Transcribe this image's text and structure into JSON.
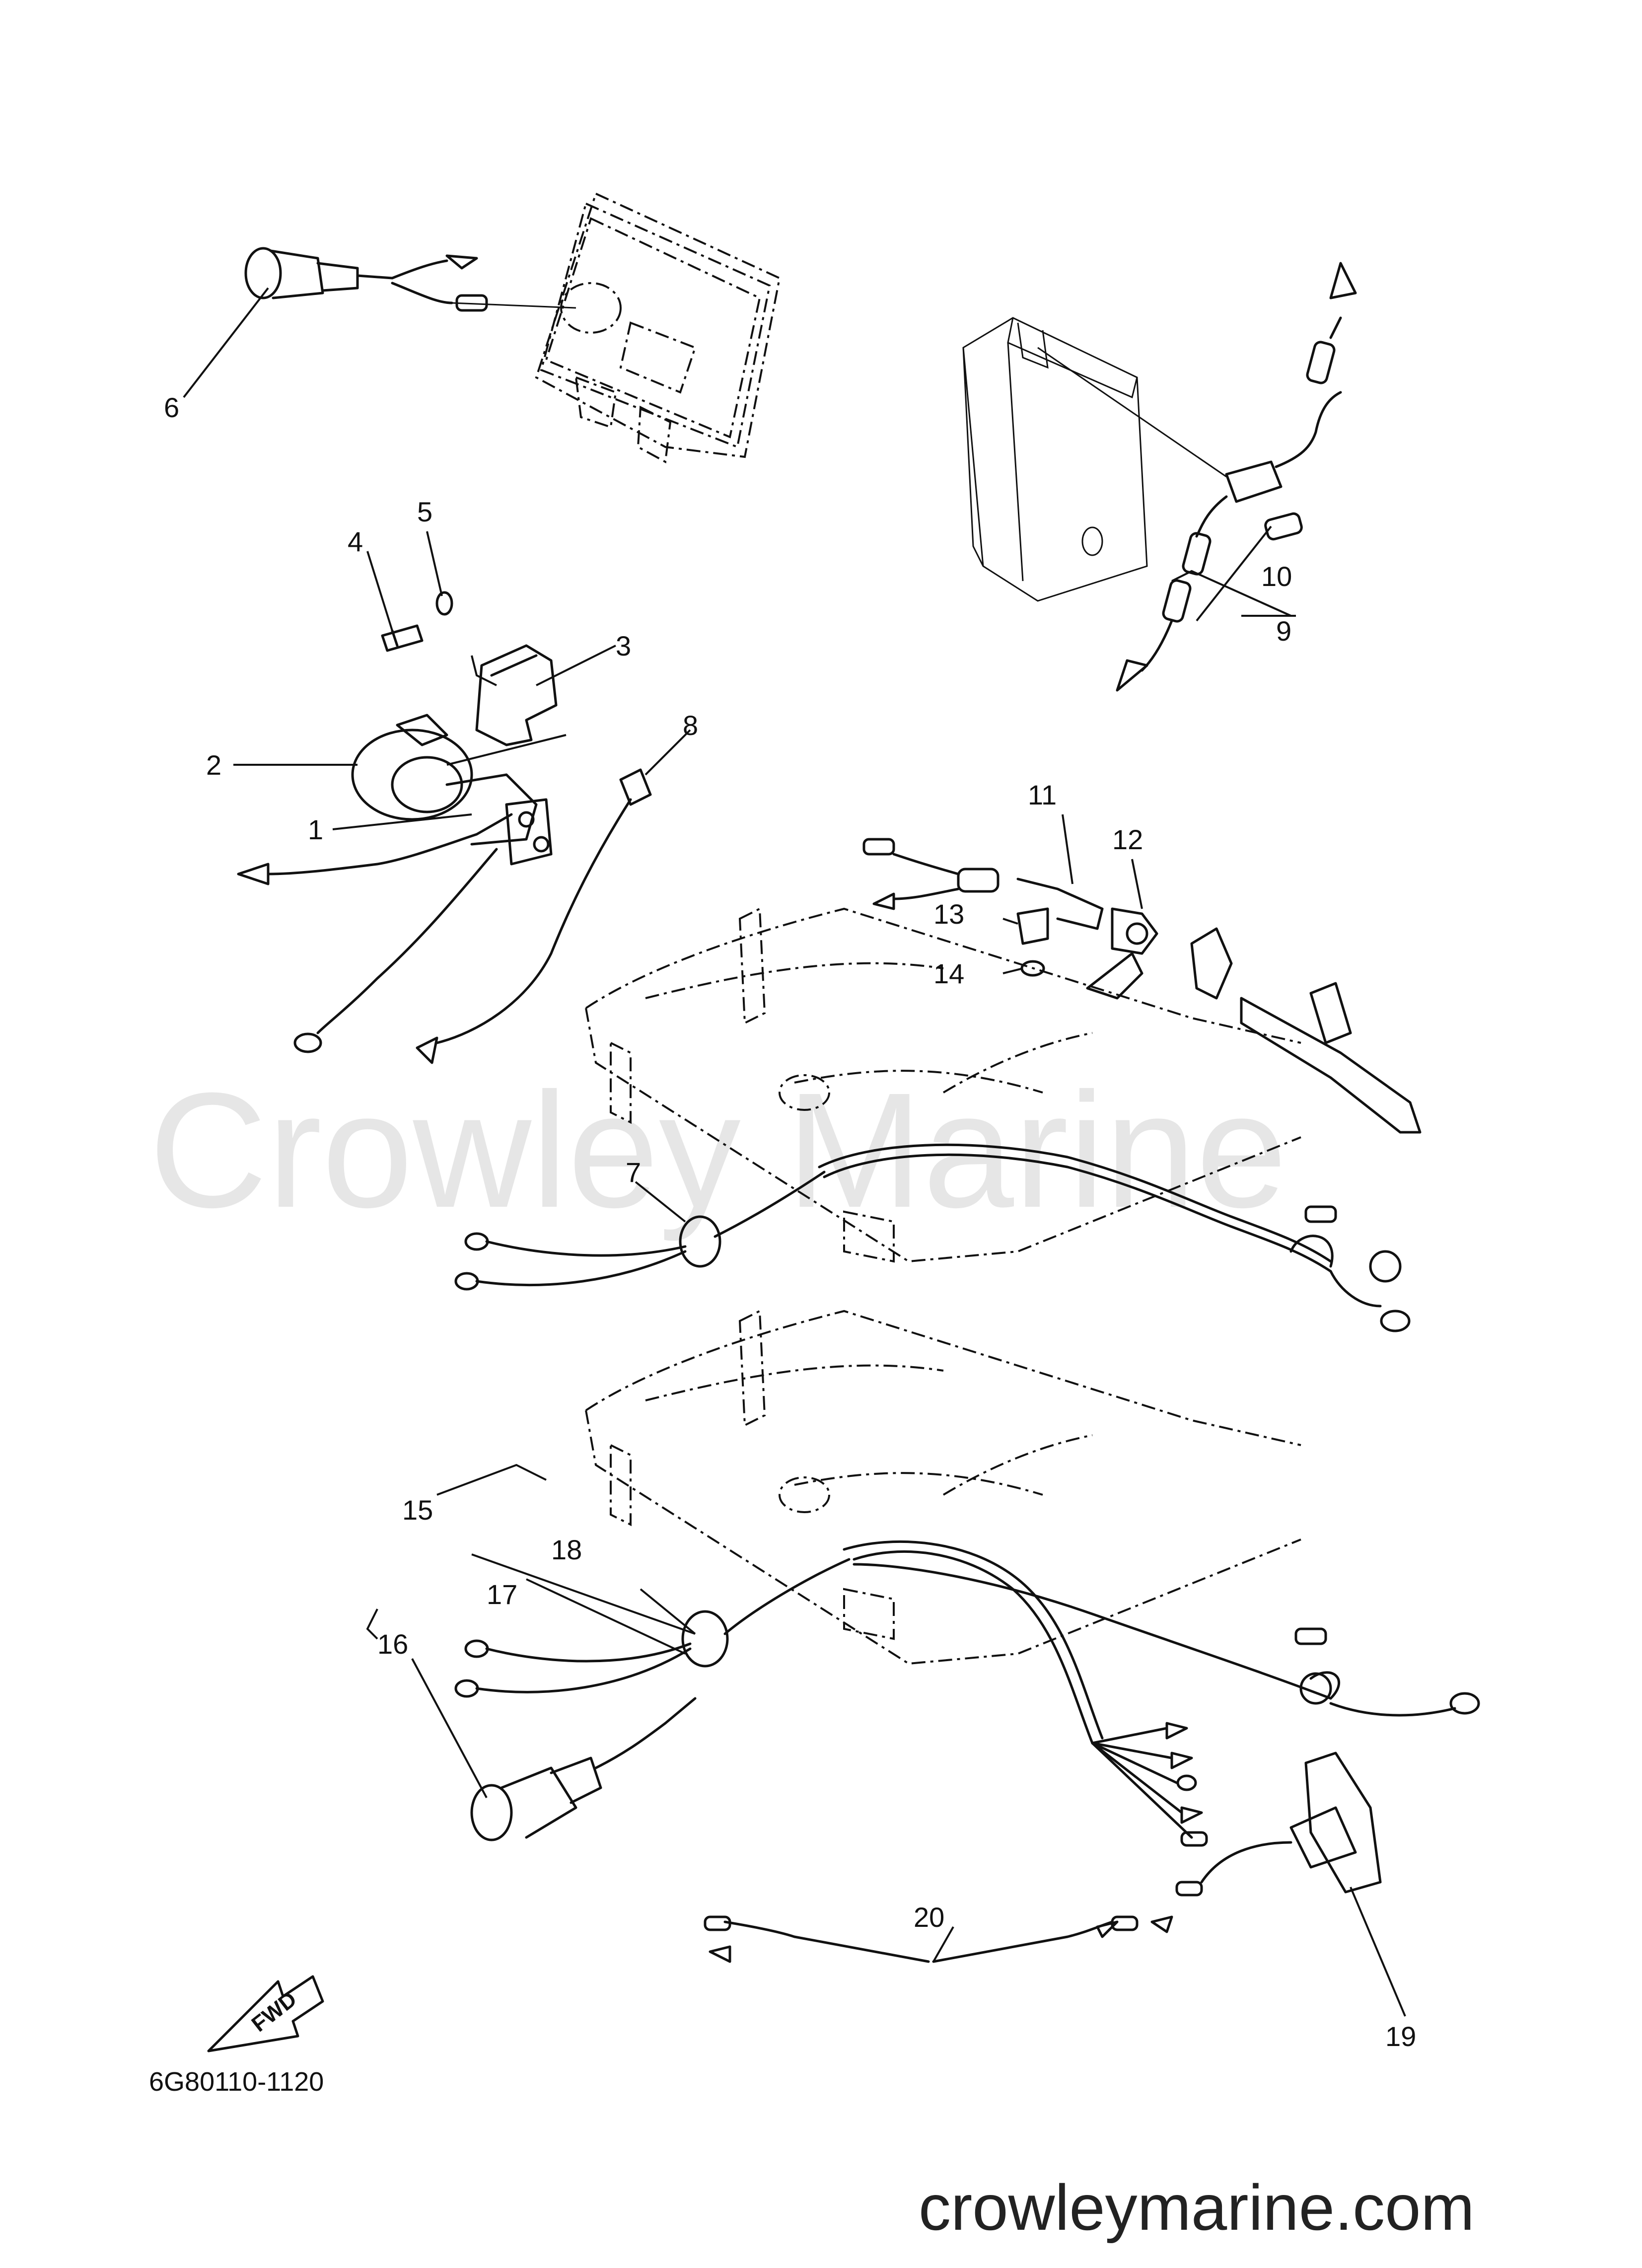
{
  "watermark": "Crowley Marine",
  "website": "crowleymarine.com",
  "drawing_code": "6G80110-1120",
  "direction_label": "FWD",
  "callouts": [
    "1",
    "2",
    "3",
    "4",
    "5",
    "6",
    "7",
    "8",
    "9",
    "10",
    "11",
    "12",
    "13",
    "14",
    "15",
    "16",
    "17",
    "18",
    "19",
    "20"
  ]
}
